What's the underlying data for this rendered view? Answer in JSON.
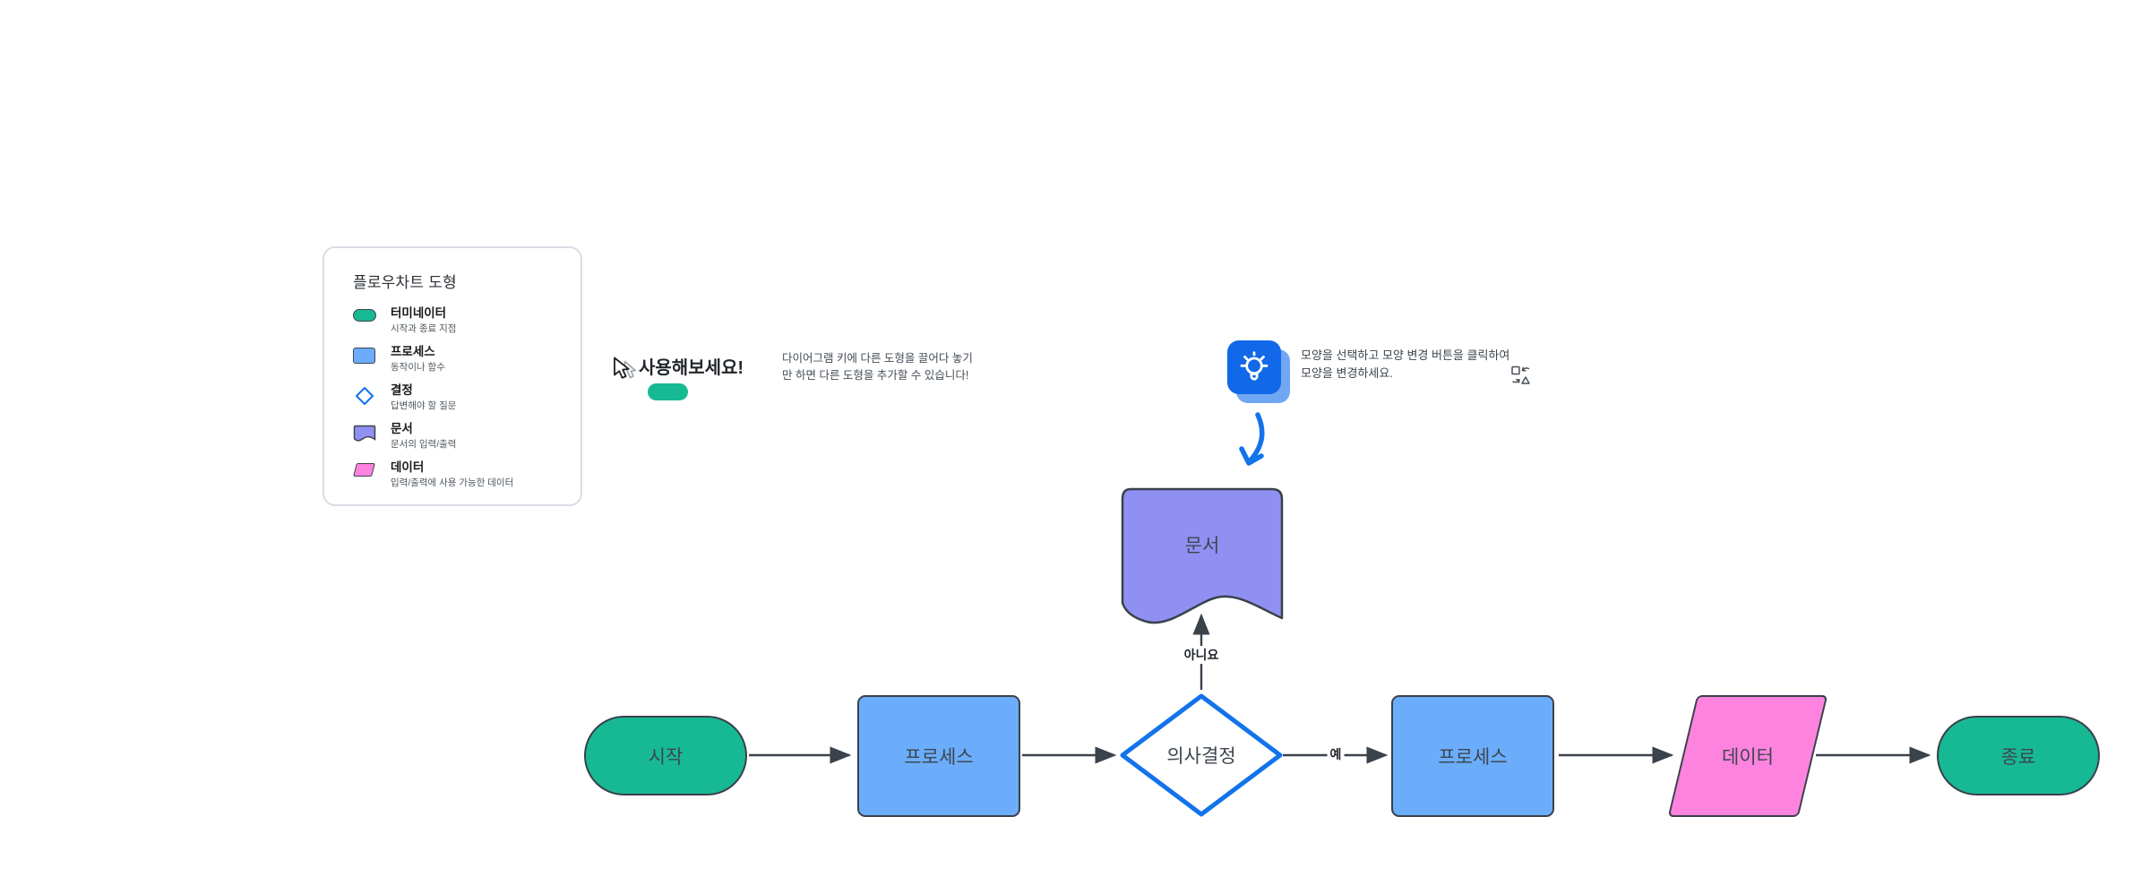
{
  "legend": {
    "title": "플로우차트 도형",
    "items": [
      {
        "label": "터미네이터",
        "description": "시작과 종료 지점",
        "shape": "terminator",
        "color": "#17b995"
      },
      {
        "label": "프로세스",
        "description": "동작이나 함수",
        "shape": "process",
        "color": "#6badfb"
      },
      {
        "label": "결정",
        "description": "답변해야 할 질문",
        "shape": "decision",
        "color": "#1273eb"
      },
      {
        "label": "문서",
        "description": "문서의 입력/출력",
        "shape": "document",
        "color": "#9090f2"
      },
      {
        "label": "데이터",
        "description": "입력/출력에 사용 가능한 데이터",
        "shape": "data",
        "color": "#fd83de"
      }
    ]
  },
  "callouts": {
    "try_it": {
      "title": "사용해보세요!",
      "body": "다이어그램 키에 다른 도형을 끌어다 놓기만 하면 다른 도형을 추가할 수 있습니다!"
    },
    "change_shape": {
      "body": "모양을 선택하고 모양 변경 버튼을 클릭하여 모양을 변경하세요."
    }
  },
  "flowchart": {
    "nodes": [
      {
        "id": "start",
        "type": "terminator",
        "label": "시작"
      },
      {
        "id": "process-1",
        "type": "process",
        "label": "프로세스"
      },
      {
        "id": "decision-1",
        "type": "decision",
        "label": "의사결정"
      },
      {
        "id": "document-1",
        "type": "document",
        "label": "문서"
      },
      {
        "id": "process-2",
        "type": "process",
        "label": "프로세스"
      },
      {
        "id": "data-1",
        "type": "data",
        "label": "데이터"
      },
      {
        "id": "end",
        "type": "terminator",
        "label": "종료"
      }
    ],
    "edges": [
      {
        "from": "start",
        "to": "process-1",
        "label": ""
      },
      {
        "from": "process-1",
        "to": "decision-1",
        "label": ""
      },
      {
        "from": "decision-1",
        "to": "process-2",
        "label": "예"
      },
      {
        "from": "decision-1",
        "to": "document-1",
        "label": "아니요"
      },
      {
        "from": "process-2",
        "to": "data-1",
        "label": ""
      },
      {
        "from": "data-1",
        "to": "end",
        "label": ""
      }
    ]
  },
  "colors": {
    "terminator_fill": "#17b995",
    "process_fill": "#6badfb",
    "decision_stroke": "#1273eb",
    "document_fill": "#9090f2",
    "data_fill": "#fd83de",
    "connector": "#3a424c",
    "callout_blue": "#1168e8",
    "panel_border": "#d9dee5"
  }
}
